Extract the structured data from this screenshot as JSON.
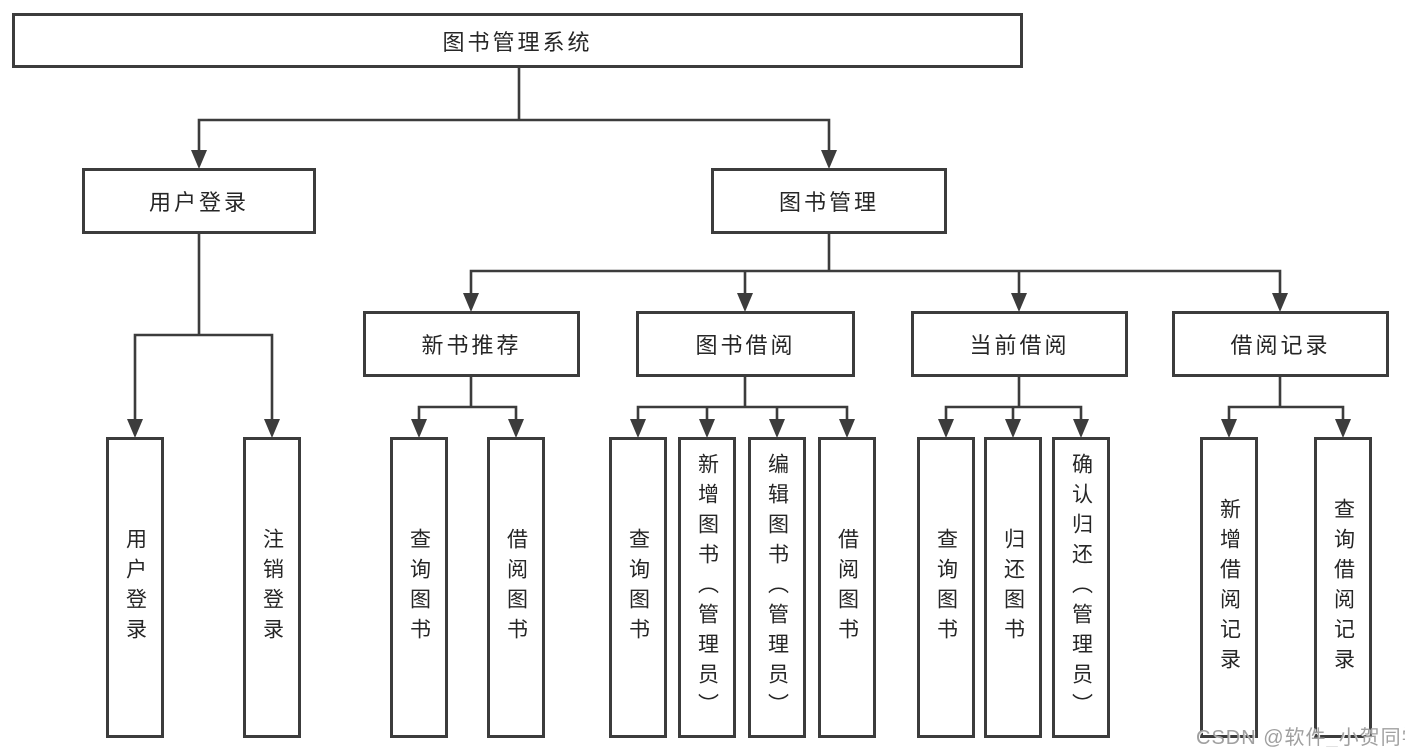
{
  "title": "图书管理系统",
  "tree": {
    "label": "图书管理系统",
    "children": [
      {
        "label": "用户登录",
        "children": [
          {
            "label": "用户登录"
          },
          {
            "label": "注销登录"
          }
        ]
      },
      {
        "label": "图书管理",
        "children": [
          {
            "label": "新书推荐",
            "children": [
              {
                "label": "查询图书"
              },
              {
                "label": "借阅图书"
              }
            ]
          },
          {
            "label": "图书借阅",
            "children": [
              {
                "label": "查询图书"
              },
              {
                "label": "新增图书（管理员）"
              },
              {
                "label": "编辑图书（管理员）"
              },
              {
                "label": "借阅图书"
              }
            ]
          },
          {
            "label": "当前借阅",
            "children": [
              {
                "label": "查询图书"
              },
              {
                "label": "归还图书"
              },
              {
                "label": "确认归还（管理员）"
              }
            ]
          },
          {
            "label": "借阅记录",
            "children": [
              {
                "label": "新增借阅记录"
              },
              {
                "label": "查询借阅记录"
              }
            ]
          }
        ]
      }
    ]
  },
  "watermark": "CSDN @软件_小贺同学",
  "colors": {
    "line": "#3c3c3c",
    "text": "#262626",
    "watermark": "#a0a0a0",
    "background": "#ffffff"
  }
}
